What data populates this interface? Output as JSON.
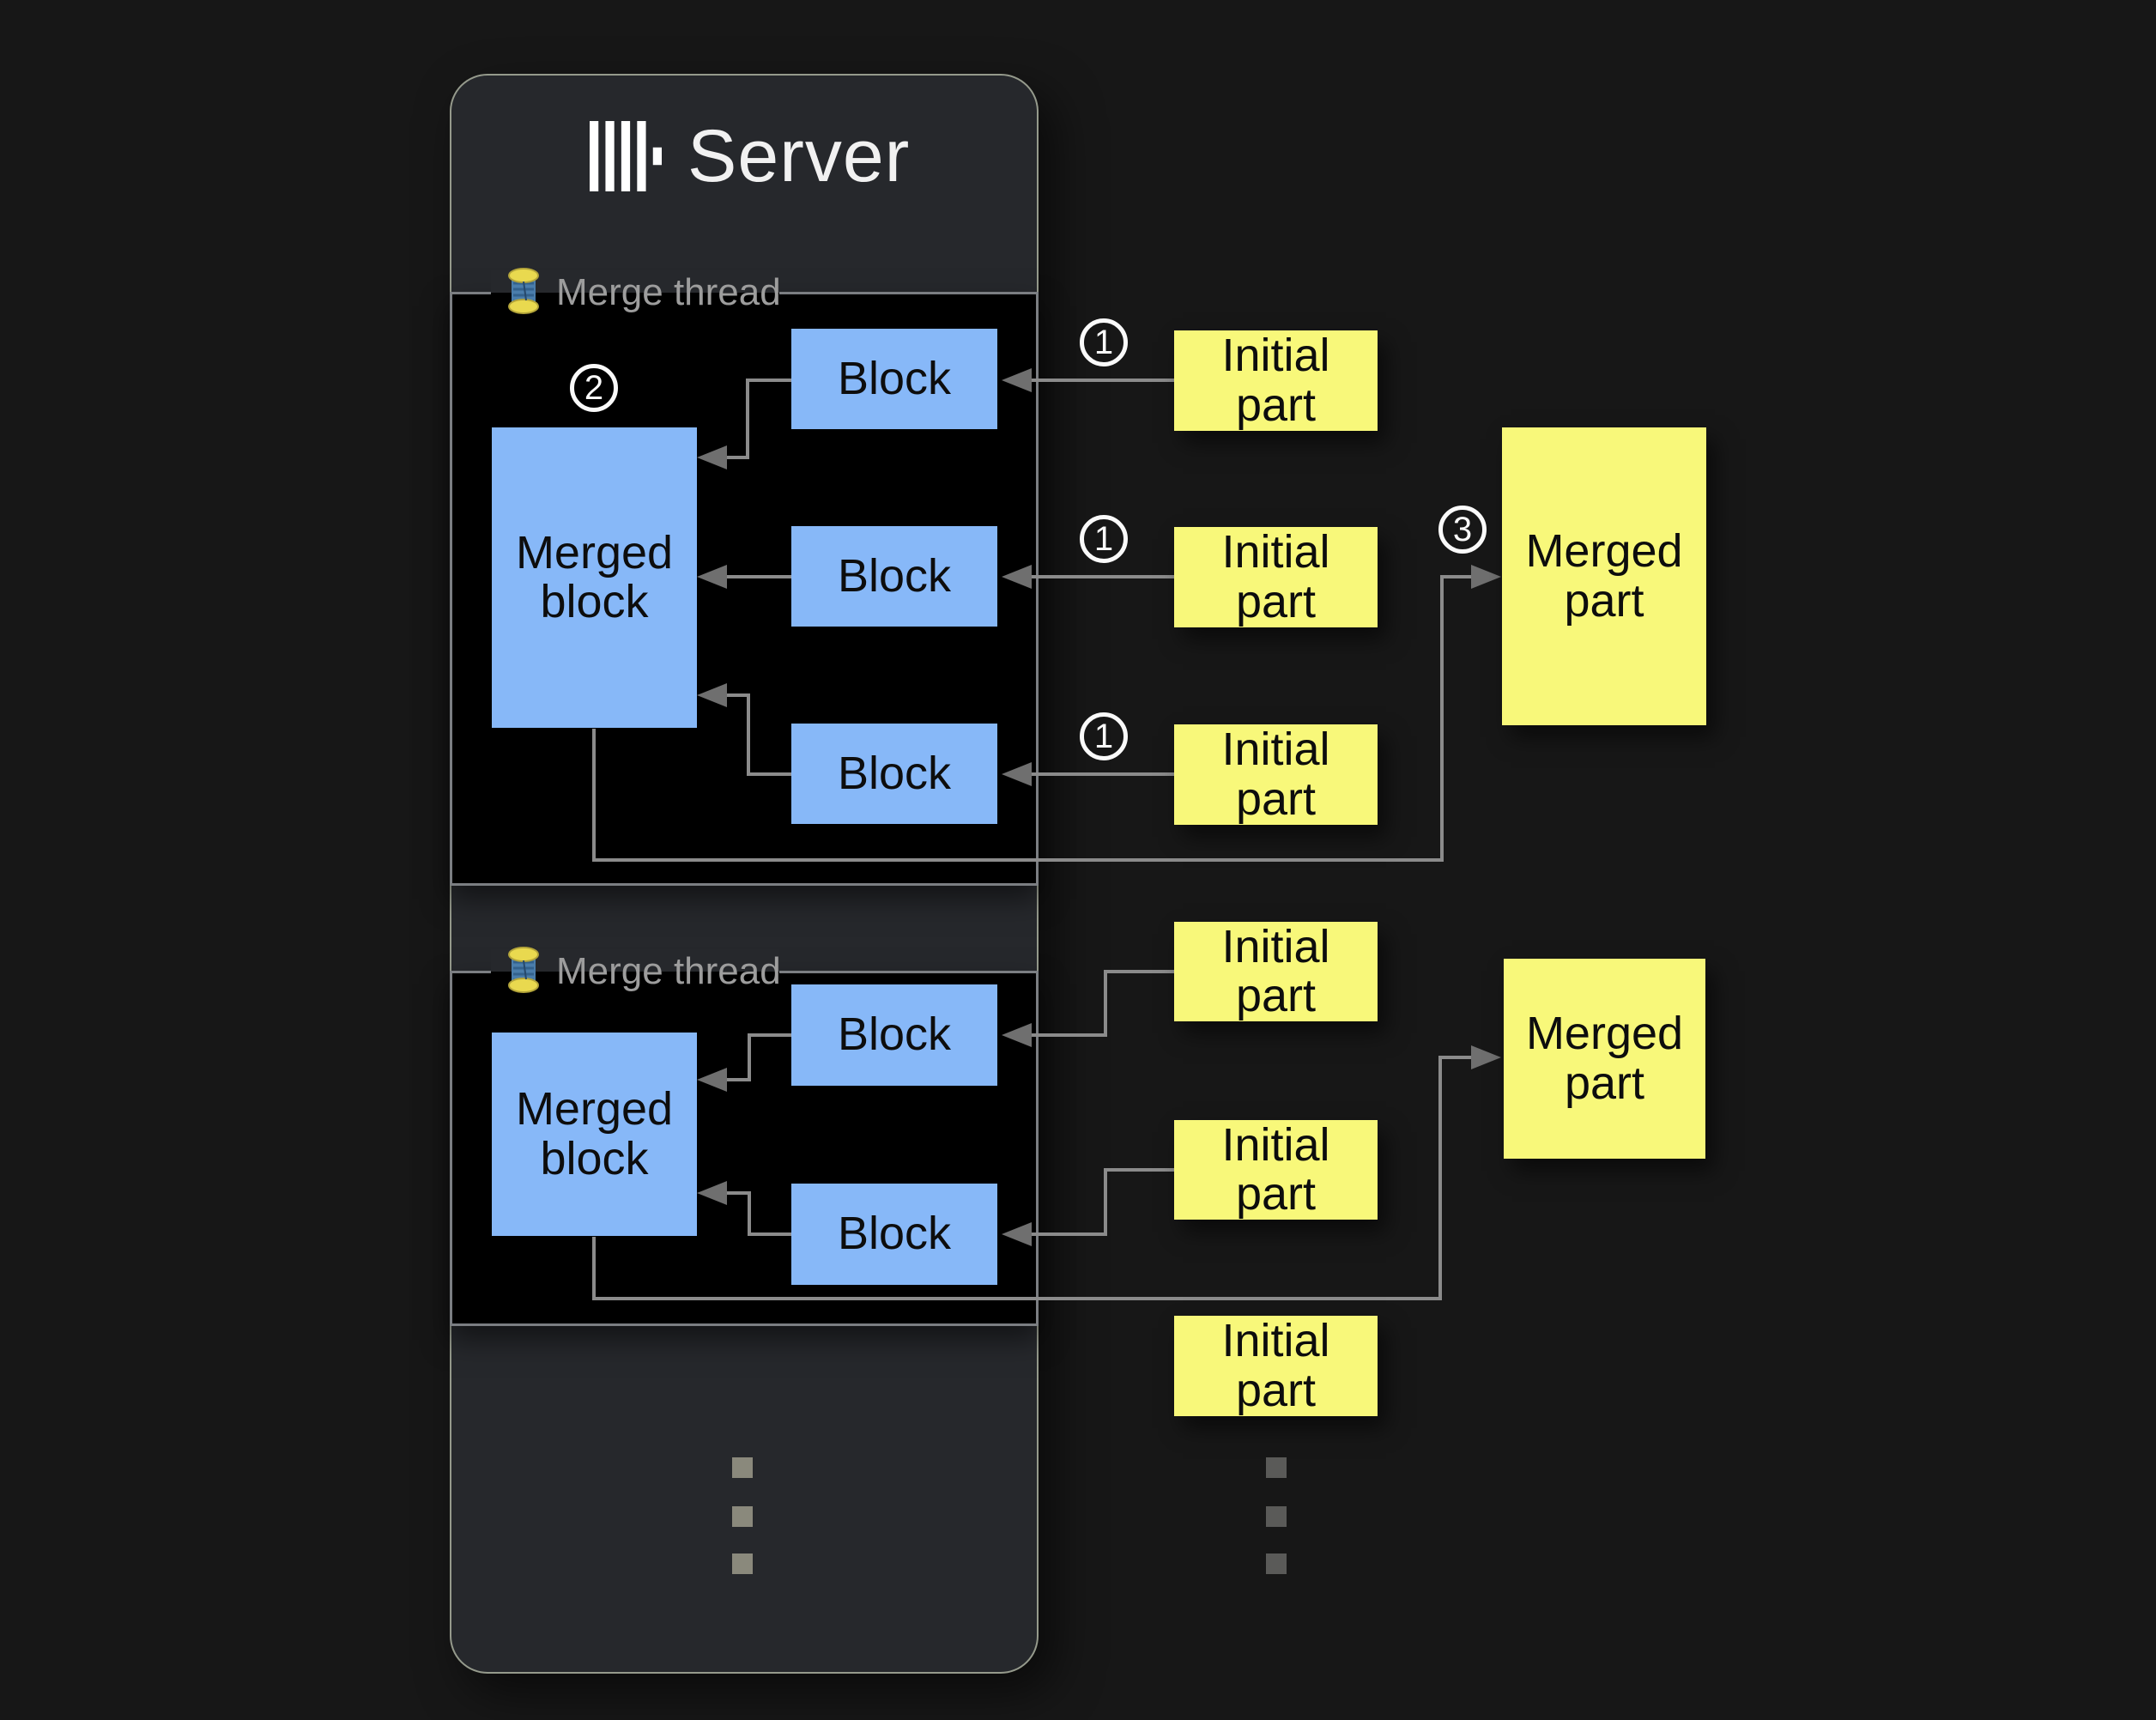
{
  "server": {
    "title": "Server",
    "logo_icon": "clickhouse-logo"
  },
  "threads": [
    {
      "label": "Merge thread",
      "icon": "thread-spool",
      "merged_block": {
        "label": "Merged block",
        "badge": "2"
      },
      "blocks": [
        {
          "label": "Block"
        },
        {
          "label": "Block"
        },
        {
          "label": "Block"
        }
      ]
    },
    {
      "label": "Merge thread",
      "icon": "thread-spool",
      "merged_block": {
        "label": "Merged block"
      },
      "blocks": [
        {
          "label": "Block"
        },
        {
          "label": "Block"
        }
      ]
    }
  ],
  "flow": {
    "groups": [
      {
        "initial_parts": [
          {
            "label": "Initial part",
            "badge": "1"
          },
          {
            "label": "Initial part",
            "badge": "1"
          },
          {
            "label": "Initial part",
            "badge": "1"
          }
        ],
        "merged_part": {
          "label": "Merged part",
          "badge": "3"
        }
      },
      {
        "initial_parts": [
          {
            "label": "Initial part"
          },
          {
            "label": "Initial part"
          },
          {
            "label": "Initial part"
          }
        ],
        "merged_part": {
          "label": "Merged part"
        }
      }
    ]
  },
  "colors": {
    "page_bg": "#171717",
    "server_container": "#26282c",
    "server_border": "#959a8c",
    "thread_box": "#000000",
    "thread_box_border": "#7b7e82",
    "block_fill": "#87b8f8",
    "part_fill": "#f8f87a",
    "connector": "#8b8b8b",
    "arrowhead": "#6f6f6f",
    "legend_text": "#9d9d9d",
    "title_text": "#f1f1f1",
    "box_text": "#0d0d0d"
  }
}
